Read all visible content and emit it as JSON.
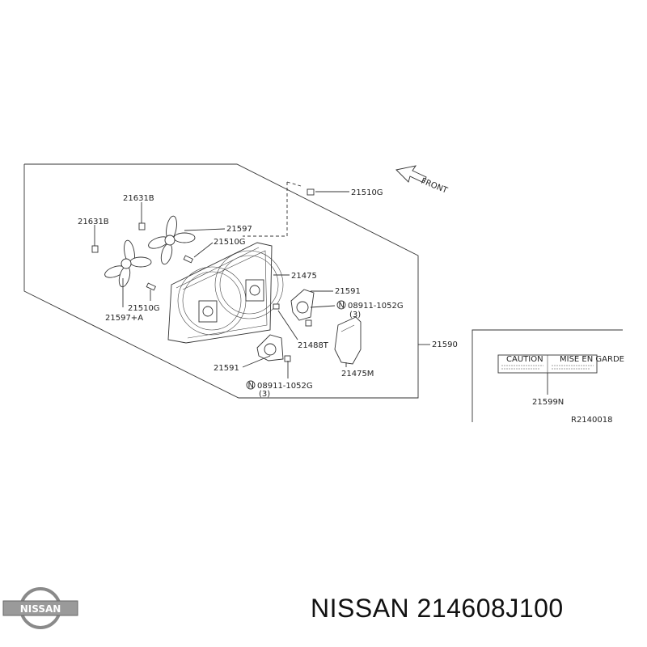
{
  "diagram": {
    "front_label": "FRONT",
    "parts": {
      "p21631B_top": "21631B",
      "p21631B_left": "21631B",
      "p21597": "21597",
      "p21510G_upper": "21510G",
      "p21510G_top": "21510G",
      "p21510G_left": "21510G",
      "p21597A": "21597+A",
      "p21475": "21475",
      "p21591_upper": "21591",
      "p08911_upper": "08911-1052G",
      "qty_upper": "(3)",
      "p21488T": "21488T",
      "p21590": "21590",
      "p21591_lower": "21591",
      "p21475M": "21475M",
      "p08911_lower": "08911-1052G",
      "qty_lower": "(3)",
      "p21599N": "21599N"
    },
    "circled_letter": "N",
    "ref_code": "R2140018",
    "caution_label_left": "CAUTION",
    "caution_label_right": "MISE EN GARDE"
  },
  "footer": {
    "title": "NISSAN 214608J100",
    "logo_text": "NISSAN"
  }
}
